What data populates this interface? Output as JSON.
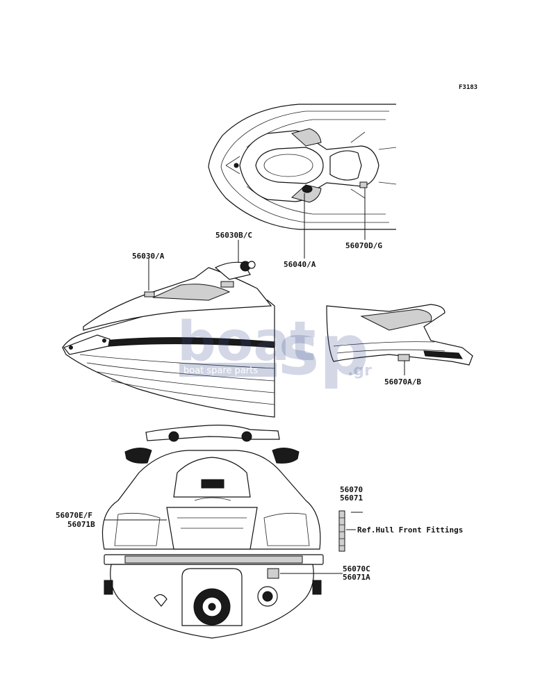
{
  "figure_code": "F3183",
  "labels": {
    "p56030B_C": "56030B/C",
    "p56030_A": "56030/A",
    "p56040_A": "56040/A",
    "p56070D_G": "56070D/G",
    "p56070A_B": "56070A/B",
    "p56070E_F": "56070E/F",
    "p56071B": "56071B",
    "p56070": "56070",
    "p56071": "56071",
    "ref_hull": "Ref.Hull Front Fittings",
    "p56070C": "56070C",
    "p56071A": "56071A"
  },
  "watermark": {
    "brand_main": "boat",
    "brand_sp": "sp",
    "brand_tld": ".gr",
    "tagline": "boat spare parts"
  },
  "colors": {
    "line": "#111111",
    "watermark": "#3a4f8f"
  }
}
